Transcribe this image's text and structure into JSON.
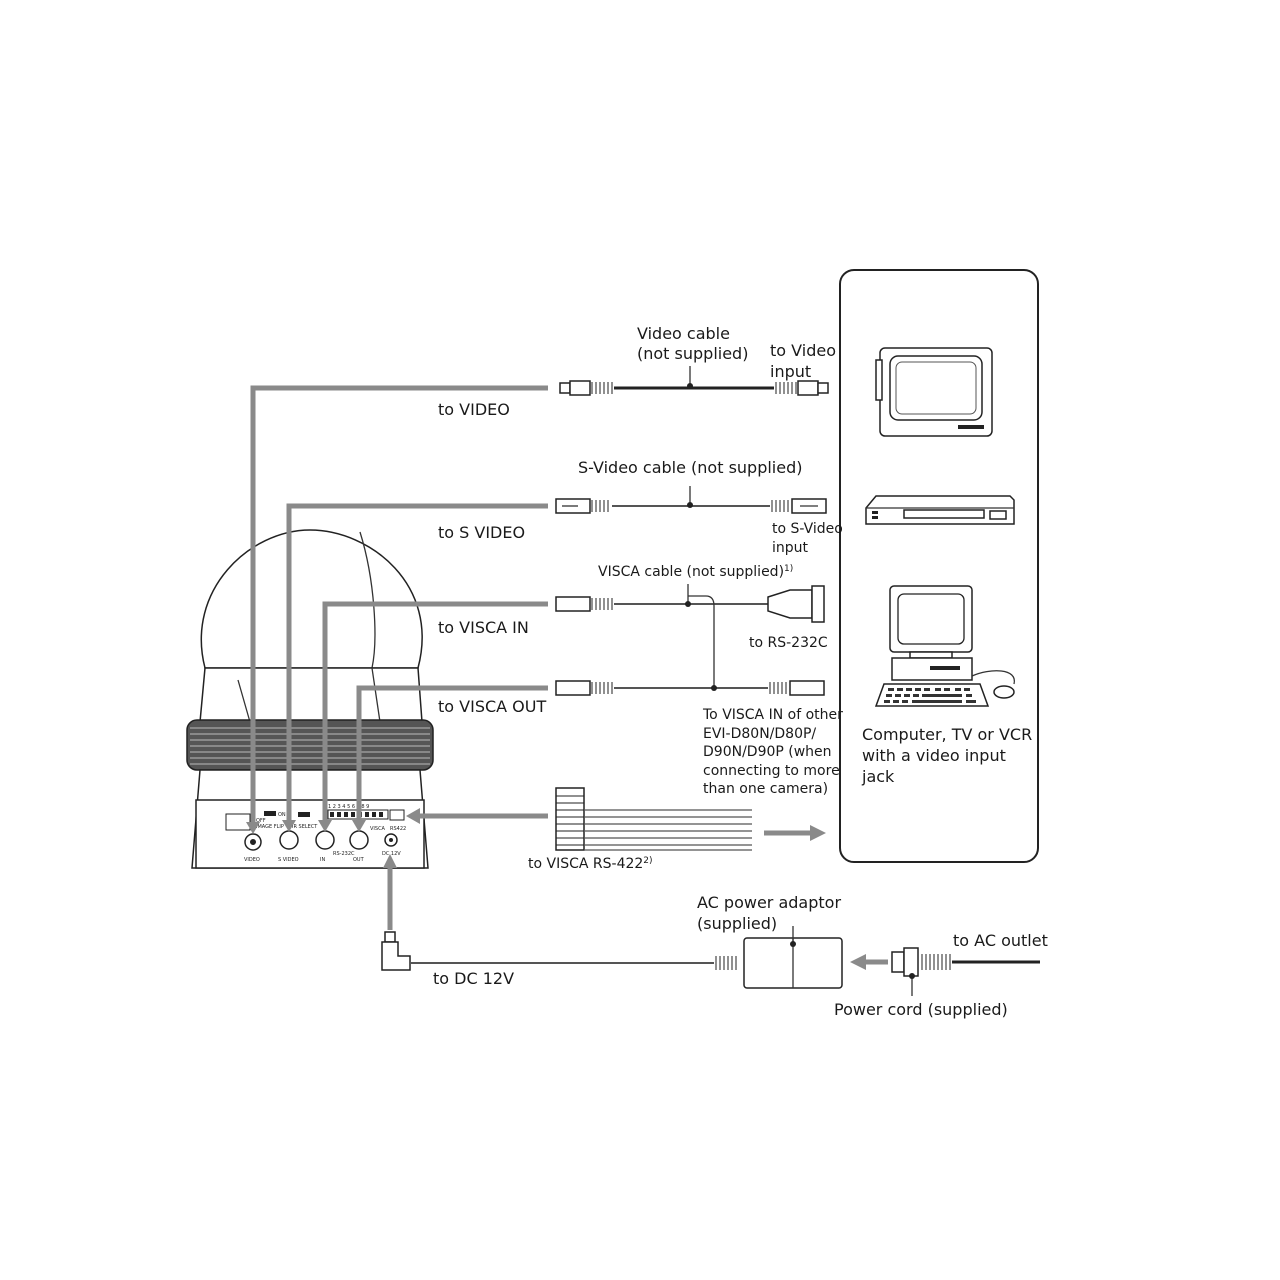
{
  "labels": {
    "to_video": "to VIDEO",
    "to_s_video": "to S VIDEO",
    "to_visca_in": "to VISCA IN",
    "to_visca_out": "to VISCA OUT",
    "video_cable_1": "Video cable",
    "video_cable_2": "(not supplied)",
    "to_video_input_1": "to Video",
    "to_video_input_2": "input",
    "s_video_cable": "S-Video cable (not supplied)",
    "to_s_video_input_1": "to S-Video",
    "to_s_video_input_2": "input",
    "visca_cable": "VISCA cable (not supplied)",
    "visca_cable_note": "1)",
    "to_rs232c": "to RS-232C",
    "other_cam_1": "To VISCA IN of other",
    "other_cam_2": "EVI-D80N/D80P/",
    "other_cam_3": "D90N/D90P (when",
    "other_cam_4": "connecting to more",
    "other_cam_5": "than one camera)",
    "to_visca_rs422": "to VISCA RS-422",
    "rs422_note": "2)",
    "computer_1": "Computer, TV or VCR",
    "computer_2": "with a video input",
    "computer_3": "jack",
    "ac_adaptor_1": "AC power adaptor",
    "ac_adaptor_2": "(supplied)",
    "to_ac_outlet": "to AC outlet",
    "to_dc12v": "to DC 12V",
    "power_cord": "Power cord (supplied)"
  },
  "panel_labels": {
    "video": "VIDEO",
    "s_video": "S VIDEO",
    "in": "IN",
    "rs232c": "RS-232C",
    "out": "OUT",
    "visca": "VISCA",
    "rs422": "RS422",
    "dc12v": "DC 12V",
    "image_flip": "IMAGE FLIP",
    "ir_select": "IR SELECT",
    "off": "OFF",
    "on": "ON",
    "dip_numbers": "1 2 3 4 5 6 7 8 9"
  }
}
